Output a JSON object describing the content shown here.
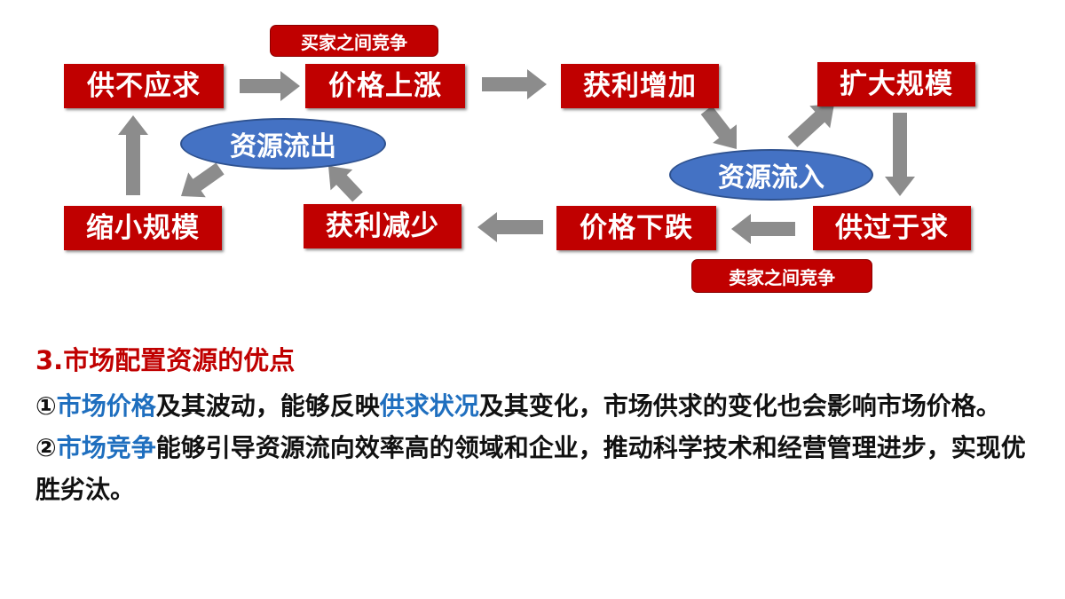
{
  "diagram": {
    "boxes": {
      "supply_less": "供不应求",
      "price_rise": "价格上涨",
      "profit_up": "获利增加",
      "expand_scale": "扩大规模",
      "shrink_scale": "缩小规模",
      "profit_down": "获利减少",
      "price_fall": "价格下跌",
      "supply_more": "供过于求"
    },
    "badges": {
      "buyer_competition": "买家之间竞争",
      "seller_competition": "卖家之间竞争"
    },
    "ellipses": {
      "resource_outflow": "资源流出",
      "resource_inflow": "资源流入"
    },
    "colors": {
      "box": "#c00000",
      "ellipse": "#4472c4",
      "arrow": "#8c8c8c",
      "highlight": "#1f6fbf"
    }
  },
  "section": {
    "heading": "3.市场配置资源的优点",
    "p1": {
      "marker": "①",
      "hl1": "市场价格",
      "t1": "及其波动，能够反映",
      "hl2": "供求状况",
      "t2": "及其变化，市场供求的变化也会影响市场价格。"
    },
    "p2": {
      "marker": "②",
      "hl1": "市场竞争",
      "t1": "能够引导资源流向效率高的领域和企业，推动科学技术和经营管理进步，实现优胜劣汰。"
    }
  }
}
